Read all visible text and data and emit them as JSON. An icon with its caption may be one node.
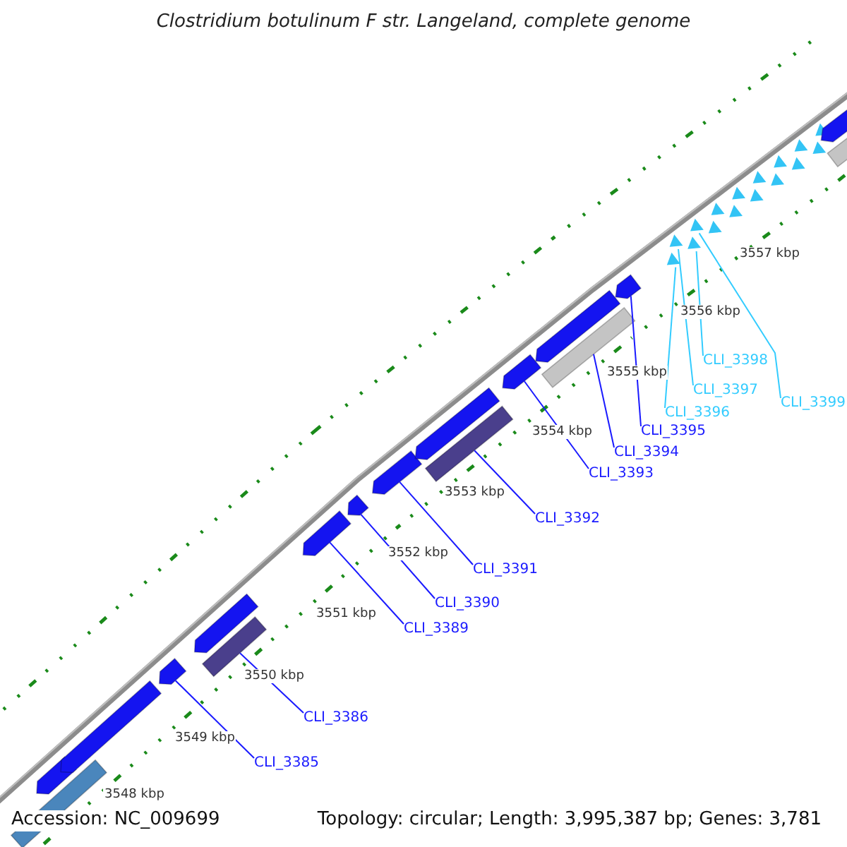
{
  "diagram": {
    "title": "Clostridium botulinum F str. Langeland, complete genome",
    "nodes": [
      {
        "text": [
          "CLI_3385"
        ]
      },
      {
        "text": [
          "CLI_3386"
        ]
      },
      {
        "text": [
          "CLI_3389"
        ]
      },
      {
        "text": [
          "CLI_3390"
        ]
      },
      {
        "text": [
          "CLI_3391"
        ]
      },
      {
        "text": [
          "CLI_3392"
        ]
      },
      {
        "text": [
          "CLI_3393"
        ]
      },
      {
        "text": [
          "CLI_3394"
        ]
      },
      {
        "text": [
          "CLI_3395"
        ]
      },
      {
        "text": [
          "CLI_3396"
        ]
      },
      {
        "text": [
          "CLI_3397"
        ]
      },
      {
        "text": [
          "CLI_3398"
        ]
      },
      {
        "text": [
          "CLI_3399"
        ]
      },
      {
        "text": [],
        "shape": "pentagon"
      },
      {
        "text": [],
        "shape": "bar"
      },
      {
        "text": [],
        "shape": "pentagon"
      },
      {
        "text": [],
        "shape": "pentagon"
      },
      {
        "text": [],
        "shape": "pentagon"
      },
      {
        "text": [],
        "shape": "bar"
      },
      {
        "text": [],
        "shape": "pentagon"
      },
      {
        "text": [],
        "shape": "pentagon"
      },
      {
        "text": [],
        "shape": "pentagon"
      },
      {
        "text": [],
        "shape": "pentagon"
      },
      {
        "text": [],
        "shape": "bar"
      },
      {
        "text": [],
        "shape": "pentagon"
      },
      {
        "text": [],
        "shape": "pentagon"
      },
      {
        "text": [],
        "shape": "bar"
      },
      {
        "text": [],
        "shape": "pentagon"
      },
      {
        "text": [],
        "shape": "triangle"
      },
      {
        "text": [],
        "shape": "triangle"
      },
      {
        "text": [],
        "shape": "triangle"
      },
      {
        "text": [],
        "shape": "triangle"
      },
      {
        "text": [],
        "shape": "triangle"
      },
      {
        "text": [],
        "shape": "triangle"
      },
      {
        "text": [],
        "shape": "triangle"
      },
      {
        "text": [],
        "shape": "triangle"
      },
      {
        "text": [],
        "shape": "triangle"
      },
      {
        "text": [],
        "shape": "triangle"
      },
      {
        "text": [],
        "shape": "triangle"
      },
      {
        "text": [],
        "shape": "triangle"
      },
      {
        "text": [],
        "shape": "triangle"
      },
      {
        "text": [],
        "shape": "triangle"
      },
      {
        "text": [],
        "shape": "triangle"
      },
      {
        "text": [],
        "shape": "triangle"
      },
      {
        "text": [],
        "shape": "pentagon"
      },
      {
        "text": [],
        "shape": "bar"
      }
    ],
    "edges": [
      {
        "from": 0,
        "to": 16,
        "arrow": "none"
      },
      {
        "from": 1,
        "to": 18,
        "arrow": "none"
      },
      {
        "from": 2,
        "to": 19,
        "arrow": "none"
      },
      {
        "from": 3,
        "to": 20,
        "arrow": "none"
      },
      {
        "from": 4,
        "to": 21,
        "arrow": "none"
      },
      {
        "from": 5,
        "to": 23,
        "arrow": "none"
      },
      {
        "from": 6,
        "to": 24,
        "arrow": "none"
      },
      {
        "from": 7,
        "to": 26,
        "arrow": "none"
      },
      {
        "from": 8,
        "to": 27,
        "arrow": "none"
      },
      {
        "from": 9,
        "to": 28,
        "arrow": "none",
        "color": "#33ccff"
      },
      {
        "from": 10,
        "to": 29,
        "arrow": "none",
        "color": "#33ccff"
      },
      {
        "from": 11,
        "to": 30,
        "arrow": "none",
        "color": "#33ccff"
      },
      {
        "from": 12,
        "to": 31,
        "arrow": "none",
        "color": "#33ccff"
      }
    ],
    "labels": [
      "3557 kbp",
      "3556 kbp",
      "3555 kbp",
      "3554 kbp",
      "3553 kbp",
      "3552 kbp",
      "3551 kbp",
      "3550 kbp",
      "3549 kbp",
      "3548 kbp",
      "Accession: NC_009699",
      "Topology: circular; Length: 3,995,387 bp; Genes: 3,781"
    ]
  }
}
